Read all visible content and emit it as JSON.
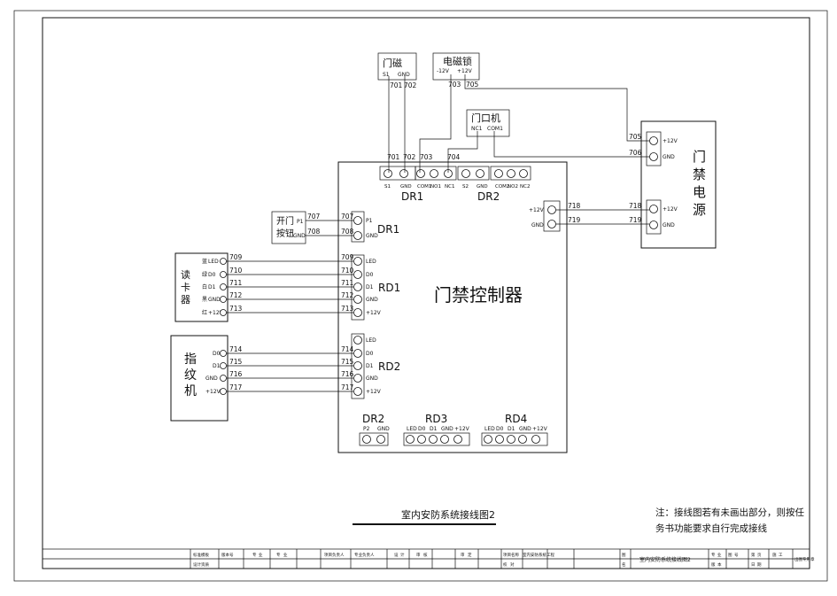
{
  "page": {
    "drawing_title": "室内安防系统接线图2",
    "note": "注：接线图若有未画出部分，则按任务书功能要求自行完成接线"
  },
  "controller": {
    "title": "门禁控制器",
    "labels": {
      "dr1_top": "DR1",
      "dr2_top": "DR2",
      "dr1_side": "DR1",
      "rd1": "RD1",
      "rd2": "RD2",
      "dr2_bottom": "DR2",
      "rd3": "RD3",
      "rd4": "RD4"
    },
    "top_pins": [
      "S1",
      "GND",
      "COM1",
      "NO1",
      "NC1",
      "S2",
      "GND",
      "COM2",
      "NO2",
      "NC2"
    ],
    "dr1_pins": [
      "P1",
      "GND"
    ],
    "rd1_pins": [
      "LED",
      "D0",
      "D1",
      "GND",
      "+12V"
    ],
    "rd2_pins": [
      "LED",
      "D0",
      "D1",
      "GND",
      "+12V"
    ],
    "power_pins": [
      "+12V",
      "GND"
    ],
    "dr2_bottom_pins": [
      "P2",
      "GND"
    ],
    "rd3_pins": [
      "LED",
      "D0",
      "D1",
      "GND",
      "+12V"
    ],
    "rd4_pins": [
      "LED",
      "D0",
      "D1",
      "GND",
      "+12V"
    ]
  },
  "devices": {
    "door_magnet": {
      "title": "门磁",
      "pins": [
        "S1",
        "GND"
      ],
      "wires": [
        "701",
        "702"
      ]
    },
    "em_lock": {
      "title": "电磁锁",
      "pins": [
        "-12V",
        "+12V"
      ],
      "wires": [
        "703",
        "705"
      ]
    },
    "door_unit": {
      "title": "门口机",
      "pins": [
        "NC1",
        "COM1"
      ]
    },
    "power": {
      "title_chars": [
        "门",
        "禁",
        "电",
        "源"
      ],
      "pins": [
        "+12V",
        "GND",
        "+12V",
        "GND"
      ]
    },
    "exit_button": {
      "title_lines": [
        "开门",
        "按钮"
      ],
      "pins": [
        "P1",
        "GND"
      ]
    },
    "card_reader": {
      "title_chars": [
        "读",
        "卡",
        "器"
      ],
      "pins": [
        "LED",
        "D0",
        "D1",
        "GND",
        "+12V"
      ],
      "colors": [
        "蓝",
        "绿",
        "白",
        "黑",
        "红"
      ]
    },
    "fingerprint": {
      "title_chars": [
        "指",
        "纹",
        "机"
      ],
      "pins": [
        "D0",
        "D1",
        "GND",
        "+12V"
      ]
    }
  },
  "wires": {
    "top_terminal": [
      "701",
      "702",
      "703",
      "704"
    ],
    "power_lock": [
      "705",
      "706"
    ],
    "power_ctrl": [
      "718",
      "719"
    ],
    "exit_button": [
      "707",
      "708"
    ],
    "card_reader": [
      "709",
      "710",
      "711",
      "712",
      "713"
    ],
    "fingerprint": [
      "714",
      "715",
      "716",
      "717"
    ]
  },
  "title_block": {
    "row1": [
      "标准模板",
      "版本号",
      "专",
      "业",
      "专",
      "业",
      "项目负责人",
      "专业负责人",
      "设",
      "计",
      "审",
      "核",
      "审",
      "定",
      "项目名称",
      "室内安防系统工程"
    ],
    "row2": [
      "设计资质",
      "校",
      "对",
      "图",
      "名"
    ],
    "drawing_name": "室内安防系统接线图2",
    "right": [
      "专",
      "业",
      "图",
      "号",
      "第",
      "页",
      "施",
      "工",
      "出图专用章",
      "版",
      "本",
      "日",
      "期"
    ]
  }
}
